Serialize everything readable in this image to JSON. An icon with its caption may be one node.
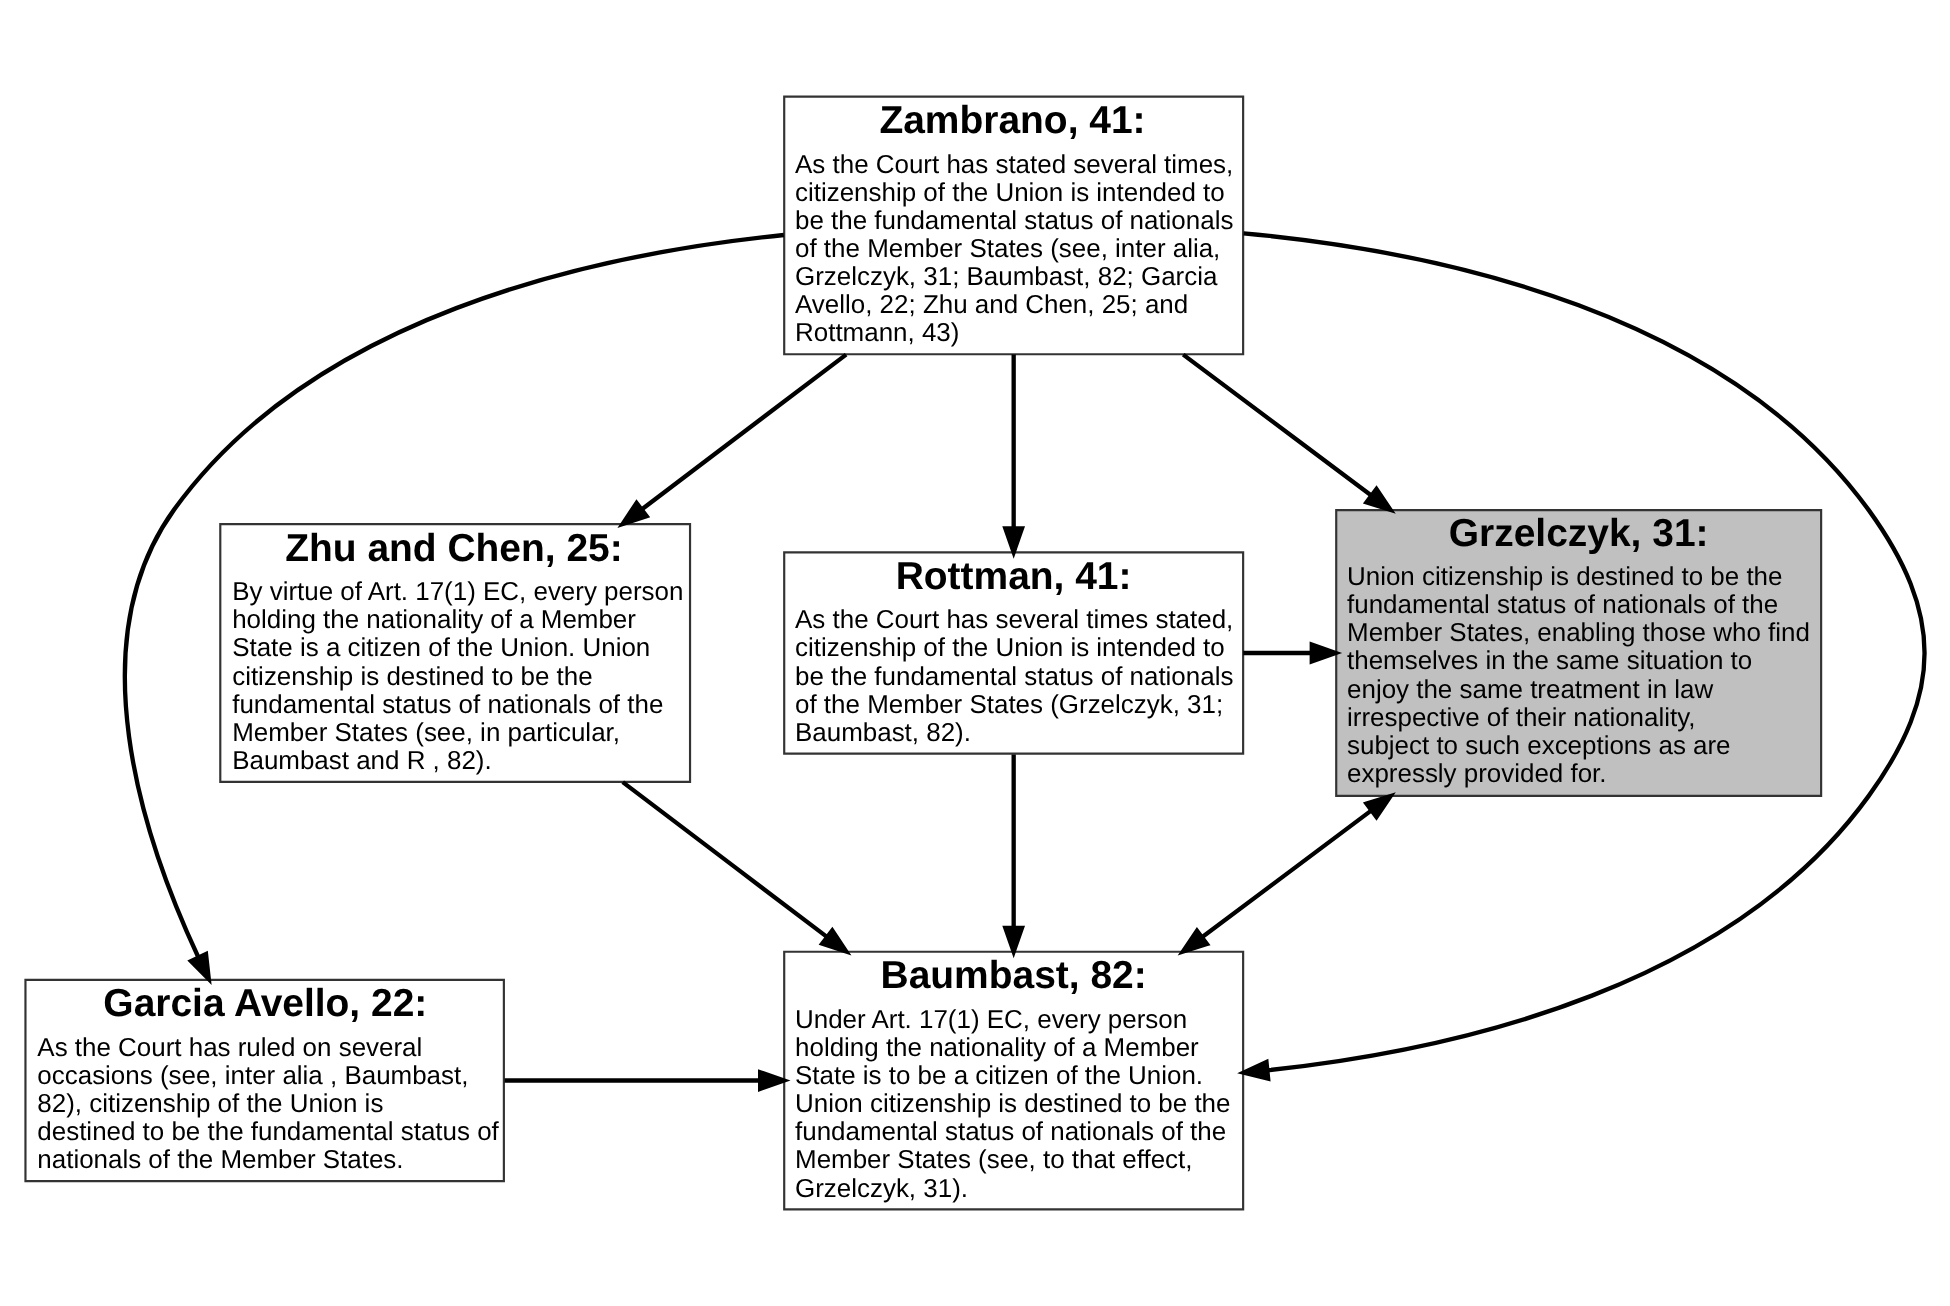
{
  "diagram": {
    "nodes": [
      {
        "text": [
          "Zambrano, 41:",
          "As the Court has stated several times, citizenship of the Union is intended to be the fundamental status of nationals of the Member States (see, inter alia, Grzelczyk, 31; Baumbast, 82; Garcia Avello, 22; Zhu and Chen, 25; and Rottmann, 43)"
        ]
      },
      {
        "text": [
          "Zhu and Chen, 25:",
          "By virtue of Art. 17(1) EC, every person holding the nationality of a Member State is a citizen of the Union. Union citizenship is destined to be the fundamental status of nationals of the Member States (see, in particular, Baumbast and R , 82)."
        ]
      },
      {
        "text": [
          "Grzelczyk, 31:",
          "Union citizenship is destined to be the fundamental status of nationals of the Member States, enabling those who find themselves in the same situation to enjoy the same treatment in law irrespective of their nationality, subject to such exceptions as are expressly provided for."
        ]
      },
      {
        "text": [
          "Rottman, 41:",
          "As the Court has several times stated, citizenship of the Union is intended to be the fundamental status of nationals of the Member States (Grzelczyk, 31; Baumbast, 82)."
        ]
      },
      {
        "text": [
          "Baumbast, 82:",
          "Under Art. 17(1) EC, every person holding the nationality of a Member State is to be a citizen of the Union. Union citizenship is destined to be the fundamental status of nationals of the Member States (see, to that effect, Grzelczyk, 31)."
        ]
      },
      {
        "text": [
          "Garcia Avello, 22:",
          "As the Court has ruled on several occasions (see, inter alia , Baumbast, 82), citizenship of the Union is destined to be the fundamental status of nationals of the Member States."
        ]
      }
    ],
    "edges": [
      {
        "from": 0,
        "to": 1,
        "arrow": "to"
      },
      {
        "from": 0,
        "to": 4,
        "arrow": "to"
      },
      {
        "from": 0,
        "to": 2,
        "arrow": "to"
      },
      {
        "from": 0,
        "to": 5,
        "arrow": "to"
      },
      {
        "from": 0,
        "to": 3,
        "arrow": "to"
      },
      {
        "from": 1,
        "to": 4,
        "arrow": "to"
      },
      {
        "from": 4,
        "to": 2,
        "arrow": "both"
      },
      {
        "from": 3,
        "to": 2,
        "arrow": "to"
      },
      {
        "from": 3,
        "to": 4,
        "arrow": "to"
      },
      {
        "from": 5,
        "to": 4,
        "arrow": "to"
      }
    ]
  }
}
